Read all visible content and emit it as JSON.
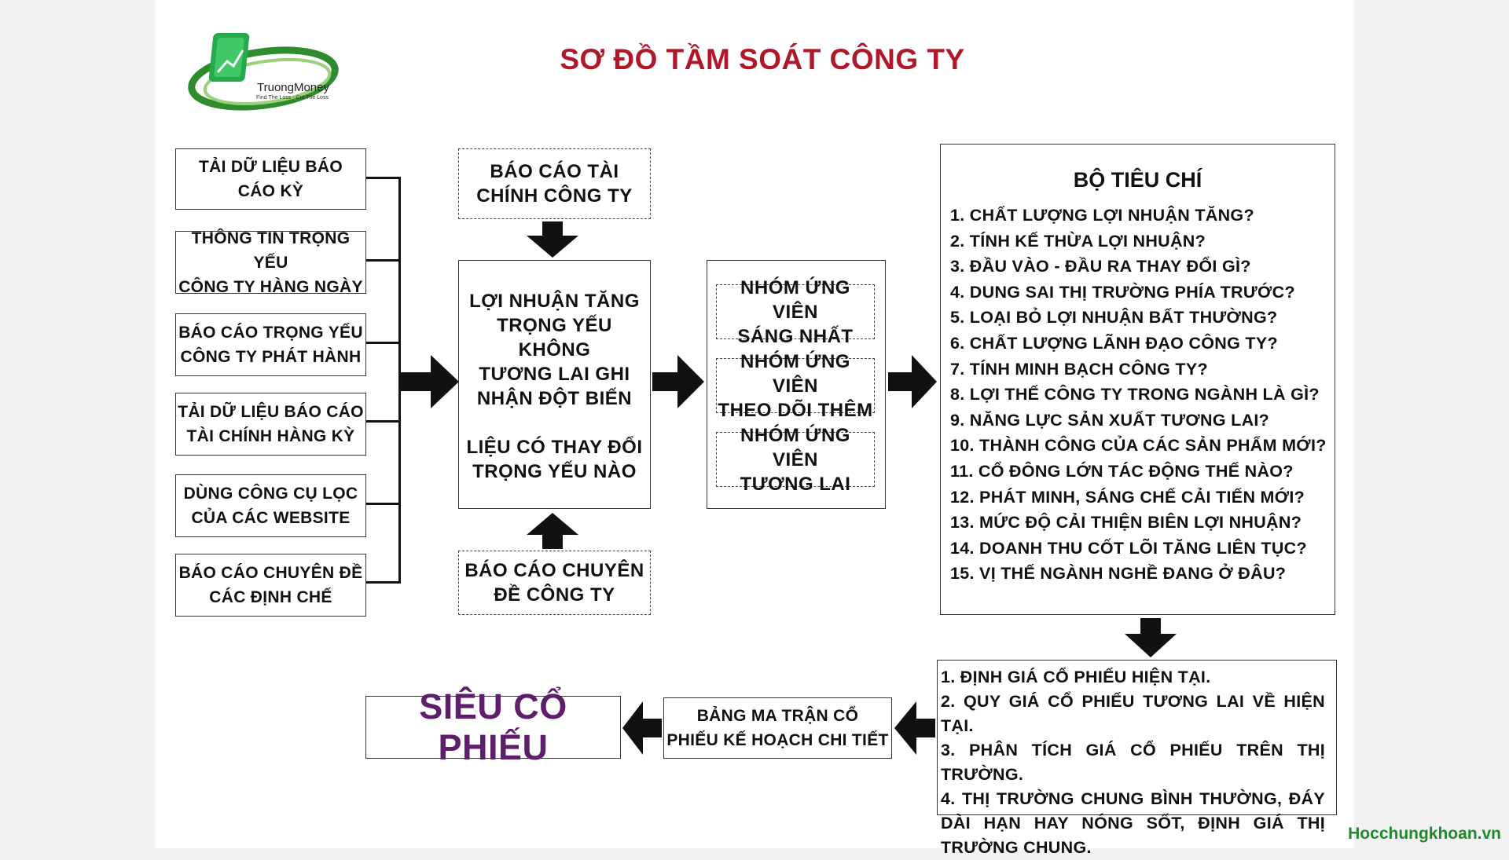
{
  "title": "SƠ ĐỒ TẦM SOÁT CÔNG TY",
  "logo": {
    "brand": "TruongMoney",
    "slogan": "Find The Loss - Cut The Loss"
  },
  "sources": [
    "TẢI  DỮ  LIỆU  BÁO\nCÁO KỲ",
    "THÔNG TIN TRỌNG YẾU\nCÔNG TY HÀNG NGÀY",
    "BÁO CÁO TRỌNG YẾU\nCÔNG TY PHÁT HÀNH",
    "TẢI DỮ LIỆU BÁO CÁO\nTÀI CHÍNH HÀNG KỲ",
    "DÙNG CÔNG CỤ LỌC\nCỦA CÁC WEBSITE",
    "BÁO CÁO CHUYÊN ĐỀ\nCÁC ĐỊNH CHẾ"
  ],
  "financial_report": "BÁO CÁO TÀI\nCHÍNH  CÔNG  TY",
  "questions": [
    "LỢI NHUẬN TĂNG\nTRỌNG YẾU KHÔNG",
    "TƯƠNG LAI GHI\nNHẬN ĐỘT  BIẾN",
    "LIỆU CÓ THAY ĐỔI\nTRỌNG YẾU NÀO"
  ],
  "special_report": "BÁO  CÁO  CHUYÊN\nĐỀ  CÔNG  TY",
  "candidate_groups": [
    "NHÓM  ỨNG  VIÊN\nSÁNG   NHẤT",
    "NHÓM  ỨNG  VIÊN\nTHEO DÕI THÊM",
    "NHÓM  ỨNG  VIÊN\nTƯƠNG  LAI"
  ],
  "criteria": {
    "title": "BỘ TIÊU CHÍ",
    "items": [
      "1. CHẤT LƯỢNG LỢI NHUẬN TĂNG?",
      "2. TÍNH KẾ THỪA LỢI NHUẬN?",
      "3. ĐẦU VÀO - ĐẦU RA THAY ĐỔI GÌ?",
      "4. DUNG SAI THỊ TRƯỜNG PHÍA TRƯỚC?",
      "5. LOẠI BỎ LỢI NHUẬN BẤT THƯỜNG?",
      "6. CHẤT LƯỢNG LÃNH ĐẠO CÔNG TY?",
      "7. TÍNH MINH BẠCH CÔNG TY?",
      "8. LỢI THẾ CÔNG TY TRONG NGÀNH LÀ GÌ?",
      "9. NĂNG LỰC SẢN XUẤT TƯƠNG LAI?",
      "10. THÀNH CÔNG CỦA CÁC SẢN PHẨM MỚI?",
      "11. CỔ ĐÔNG LỚN TÁC ĐỘNG THẾ NÀO?",
      "12. PHÁT MINH, SÁNG CHẾ CẢI TIẾN MỚI?",
      "13. MỨC ĐỘ CẢI THIỆN BIÊN LỢI NHUẬN?",
      "14. DOANH THU CỐT LÕI TĂNG LIÊN TỤC?",
      "15. VỊ THẾ NGÀNH NGHỀ ĐANG Ở ĐÂU?"
    ]
  },
  "valuation": [
    "1. ĐỊNH GIÁ CỔ PHIẾU HIỆN TẠI.",
    "2. QUY GIÁ CỔ PHIẾU TƯƠNG LAI VỀ HIỆN TẠI.",
    "3. PHÂN TÍCH GIÁ CỔ PHIẾU TRÊN THỊ TRƯỜNG.",
    "4. THỊ TRƯỜNG CHUNG BÌNH THƯỜNG, ĐÁY DÀI HẠN HAY NÓNG SỐT, ĐỊNH GIÁ THỊ TRƯỜNG CHUNG."
  ],
  "matrix": "BẢNG MA TRẬN CỔ\nPHIẾU KẾ HOẠCH CHI TIẾT",
  "result": "SIÊU CỔ PHIẾU",
  "footer": "Hocchungkhoan.vn",
  "colors": {
    "title": "#b0182a",
    "result": "#5e1e6b",
    "footer": "#1f8a2b"
  }
}
